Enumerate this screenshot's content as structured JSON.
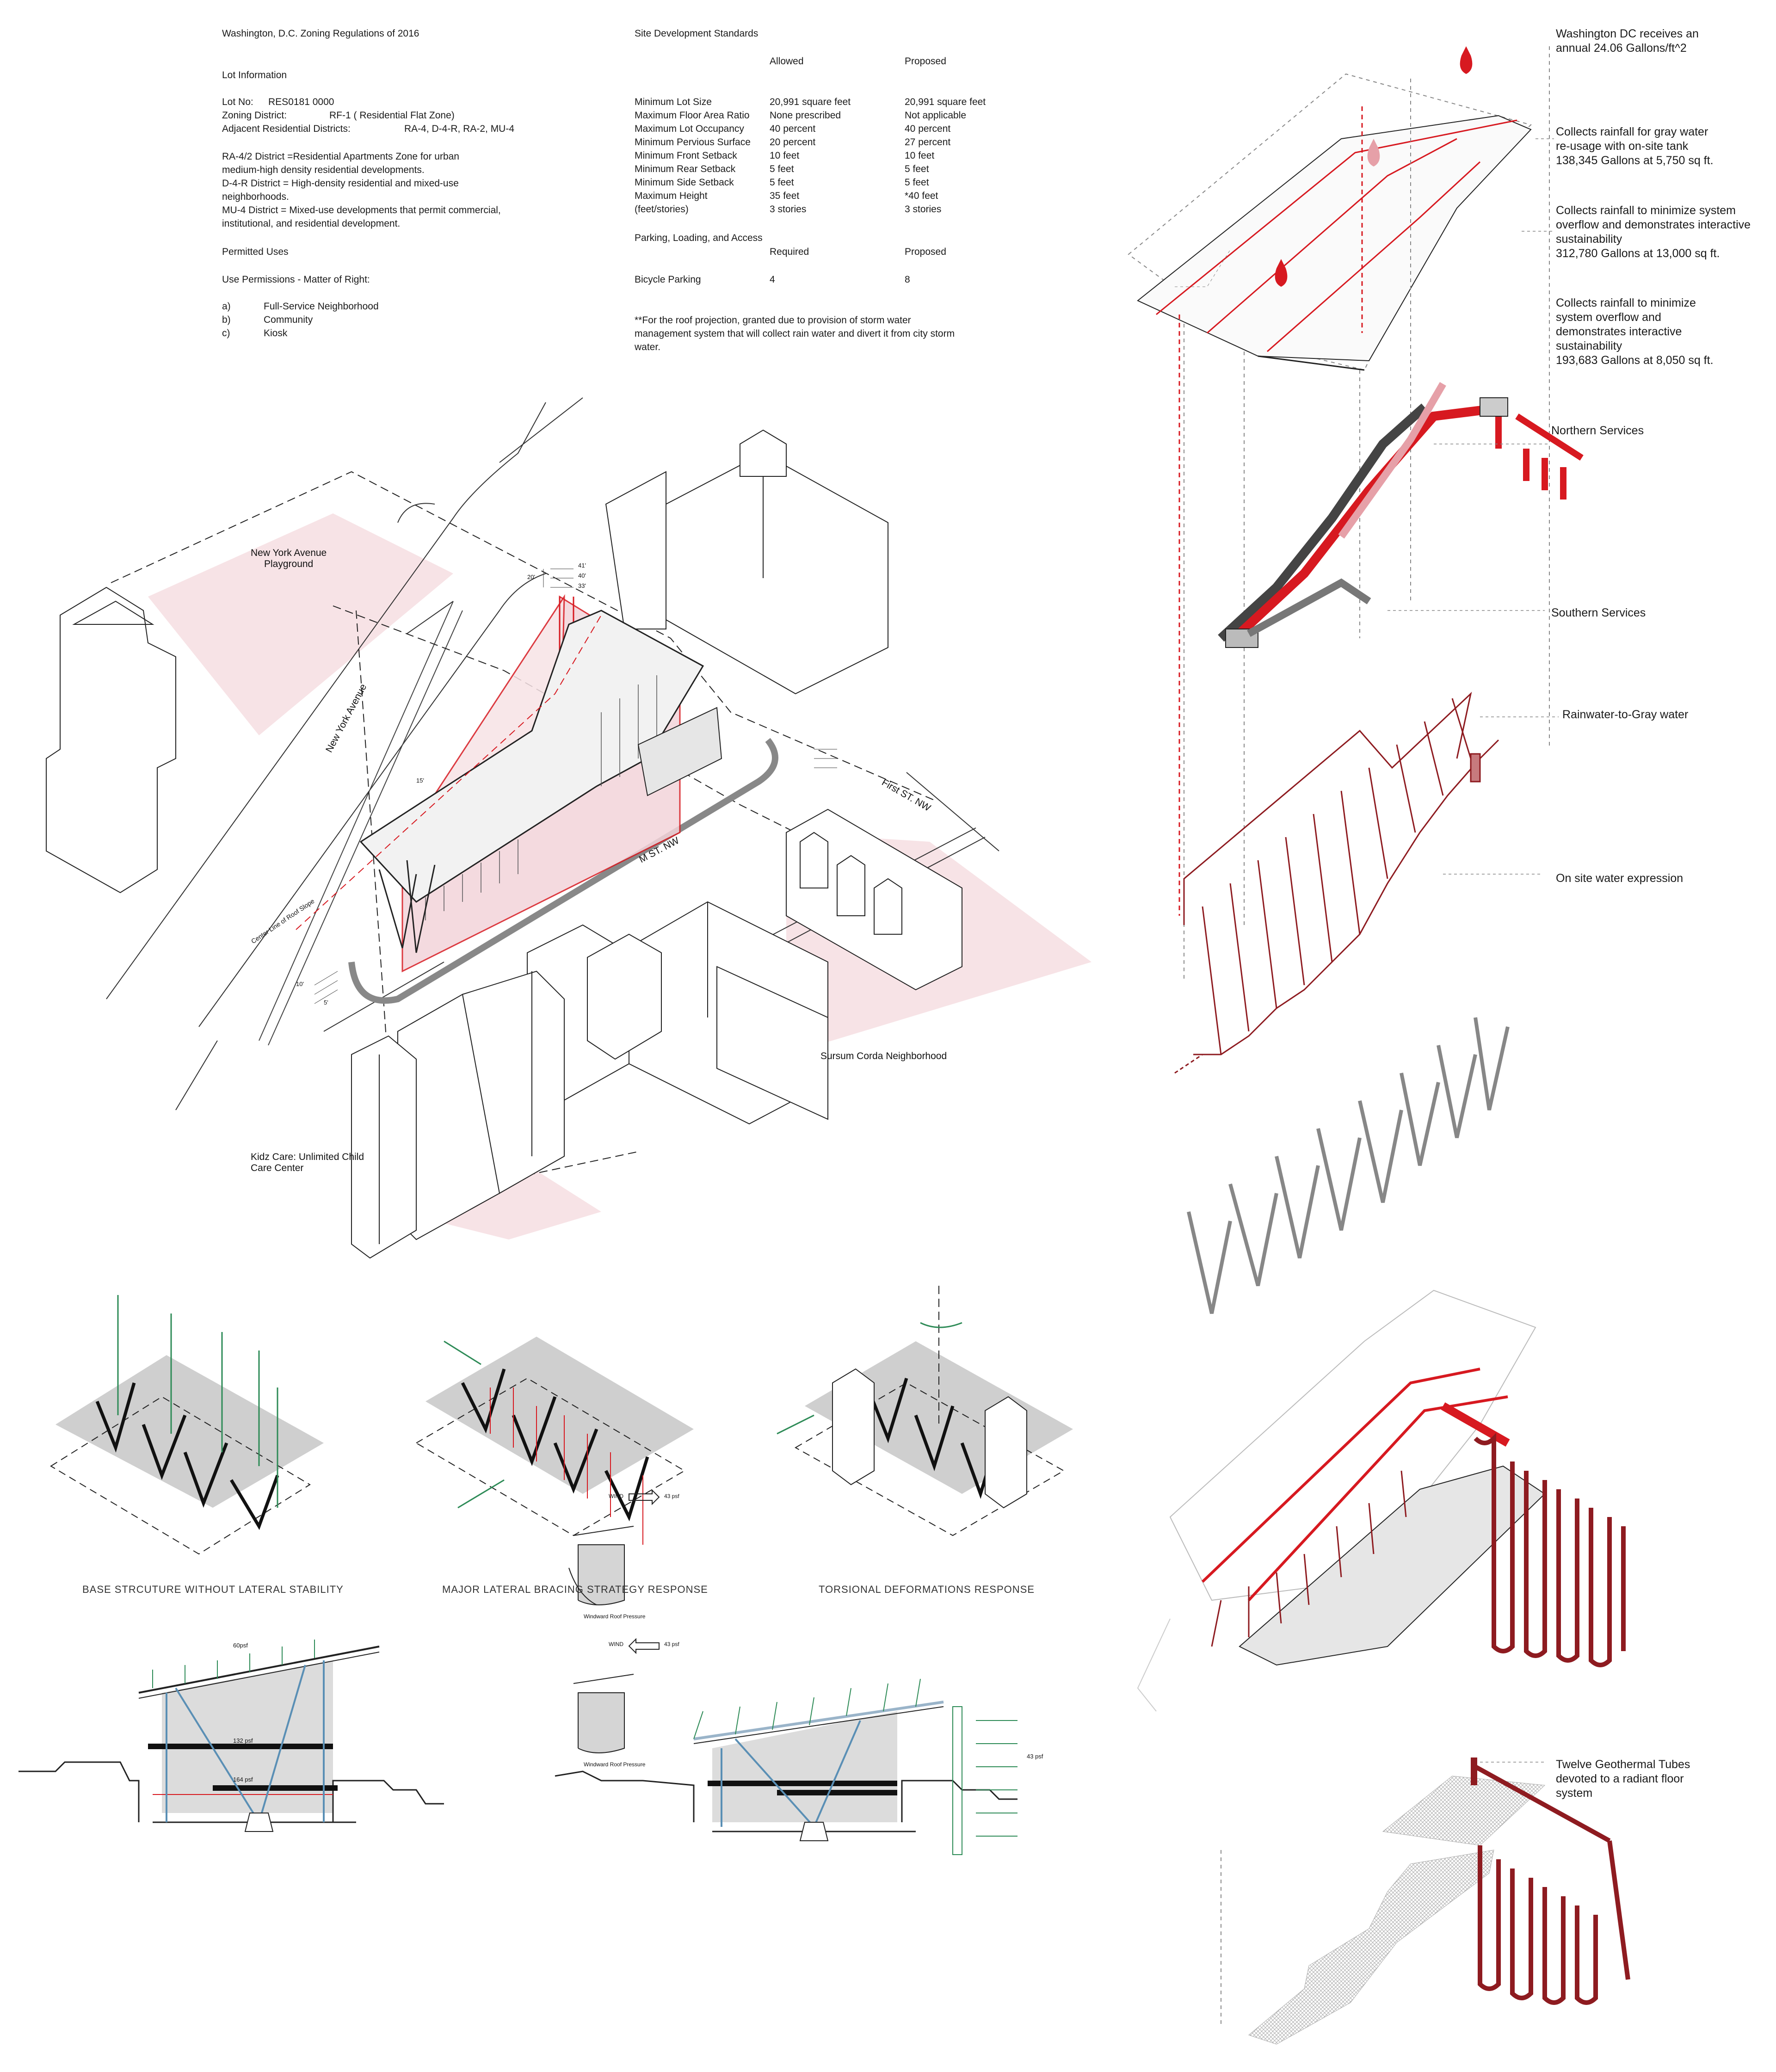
{
  "zoning": {
    "title": "Washington, D.C. Zoning Regulations of 2016",
    "lot_heading": "Lot Information",
    "lot_no_label": "Lot No:",
    "lot_no_value": "RES0181 0000",
    "zoning_district_label": "Zoning District:",
    "zoning_district_value": "RF-1 ( Residential Flat Zone)",
    "adjacent_label": "Adjacent Residential Districts:",
    "adjacent_value": "RA-4, D-4-R, RA-2, MU-4",
    "district_desc": "RA-4/2 District =Residential Apartments Zone for urban\nmedium-high density residential developments.\nD-4-R District = High-density residential and mixed-use\nneighborhoods.\nMU-4 District = Mixed-use developments that permit commercial,\ninstitutional, and residential development.",
    "permitted_heading": "Permitted Uses",
    "use_permissions": "Use Permissions - Matter of Right:",
    "uses": [
      {
        "key": "a)",
        "label": "Full-Service Neighborhood"
      },
      {
        "key": "b)",
        "label": "Community"
      },
      {
        "key": "c)",
        "label": "Kiosk"
      }
    ]
  },
  "standards": {
    "title": "Site Development Standards",
    "col_allowed": "Allowed",
    "col_proposed": "Proposed",
    "rows": [
      {
        "label": "Minimum Lot Size",
        "allowed": "20,991 square feet",
        "proposed": "20,991 square feet"
      },
      {
        "label": "Maximum Floor Area Ratio",
        "allowed": "None prescribed",
        "proposed": "Not applicable"
      },
      {
        "label": "Maximum Lot Occupancy",
        "allowed": "40 percent",
        "proposed": "40 percent"
      },
      {
        "label": "Minimum Pervious Surface",
        "allowed": "20 percent",
        "proposed": "27 percent"
      },
      {
        "label": "Minimum Front Setback",
        "allowed": "10 feet",
        "proposed": "10 feet"
      },
      {
        "label": "Minimum Rear Setback",
        "allowed": "5 feet",
        "proposed": "5 feet"
      },
      {
        "label": "Minimum Side Setback",
        "allowed": "5 feet",
        "proposed": "5 feet"
      },
      {
        "label": "Maximum Height",
        "allowed": "35 feet",
        "proposed": "*40 feet"
      },
      {
        "label": "(feet/stories)",
        "allowed": "3 stories",
        "proposed": "3 stories"
      }
    ],
    "parking_heading": "Parking, Loading, and Access",
    "col_required": "Required",
    "col_proposed2": "Proposed",
    "parking_row": {
      "label": "Bicycle Parking",
      "required": "4",
      "proposed": "8"
    },
    "footnote": "**For the roof projection, granted due to provision of storm water\nmanagement system that will collect rain water and divert it from city storm\nwater."
  },
  "site_labels": {
    "playground": "New York Avenue\nPlayground",
    "ny_ave": "New York Avenue",
    "first_st": "First ST. NW",
    "m_st": "M ST. NW",
    "sursum": "Sursum Corda Neighborhood",
    "kidz": "Kidz Care: Unlimited Child\nCare Center",
    "roof_center": "Center Line of Roof Slope",
    "dims": {
      "d41": "41'",
      "d40": "40'",
      "d33": "33'",
      "d20": "20'",
      "d15": "15'",
      "d10": "10'",
      "d5": "5'"
    }
  },
  "structure": {
    "cap1": "BASE STRCUTURE WITHOUT LATERAL STABILITY",
    "cap2": "MAJOR LATERAL BRACING STRATEGY RESPONSE",
    "cap3": "TORSIONAL DEFORMATIONS RESPONSE"
  },
  "sections": {
    "psf60": "60psf",
    "psf132": "132 psf",
    "psf164": "164 psf",
    "psf43a": "43 psf",
    "psf43b": "43 psf",
    "psf43c": "43 psf",
    "wind": "WIND",
    "wind2": "WIND",
    "windward1": "Windward Roof Pressure",
    "windward2": "Windward Roof Pressure"
  },
  "annotations": {
    "rain": "Washington DC receives an\nannual 24.06 Gallons/ft^2",
    "gray": "Collects rainfall for gray water\nre-usage with on-site tank\n138,345 Gallons at 5,750 sq ft.",
    "overflow1": "Collects rainfall to minimize system\noverflow and demonstrates interactive\nsustainability\n312,780 Gallons at 13,000 sq ft.",
    "overflow2": "Collects rainfall to minimize\nsystem overflow and\ndemonstrates interactive\nsustainability\n193,683 Gallons at 8,050 sq ft.",
    "northern": "Northern Services",
    "southern": "Southern Services",
    "rain_gray": "Rainwater-to-Gray water",
    "onsite": "On site water expression",
    "geo": "Twelve Geothermal Tubes\ndevoted to a radiant floor\nsystem"
  },
  "colors": {
    "accent_red": "#d71920",
    "dark_red": "#8e1b20",
    "pink": "#f7e3e6",
    "green": "#2e8b57",
    "gray_fill": "#cfcfcf"
  }
}
